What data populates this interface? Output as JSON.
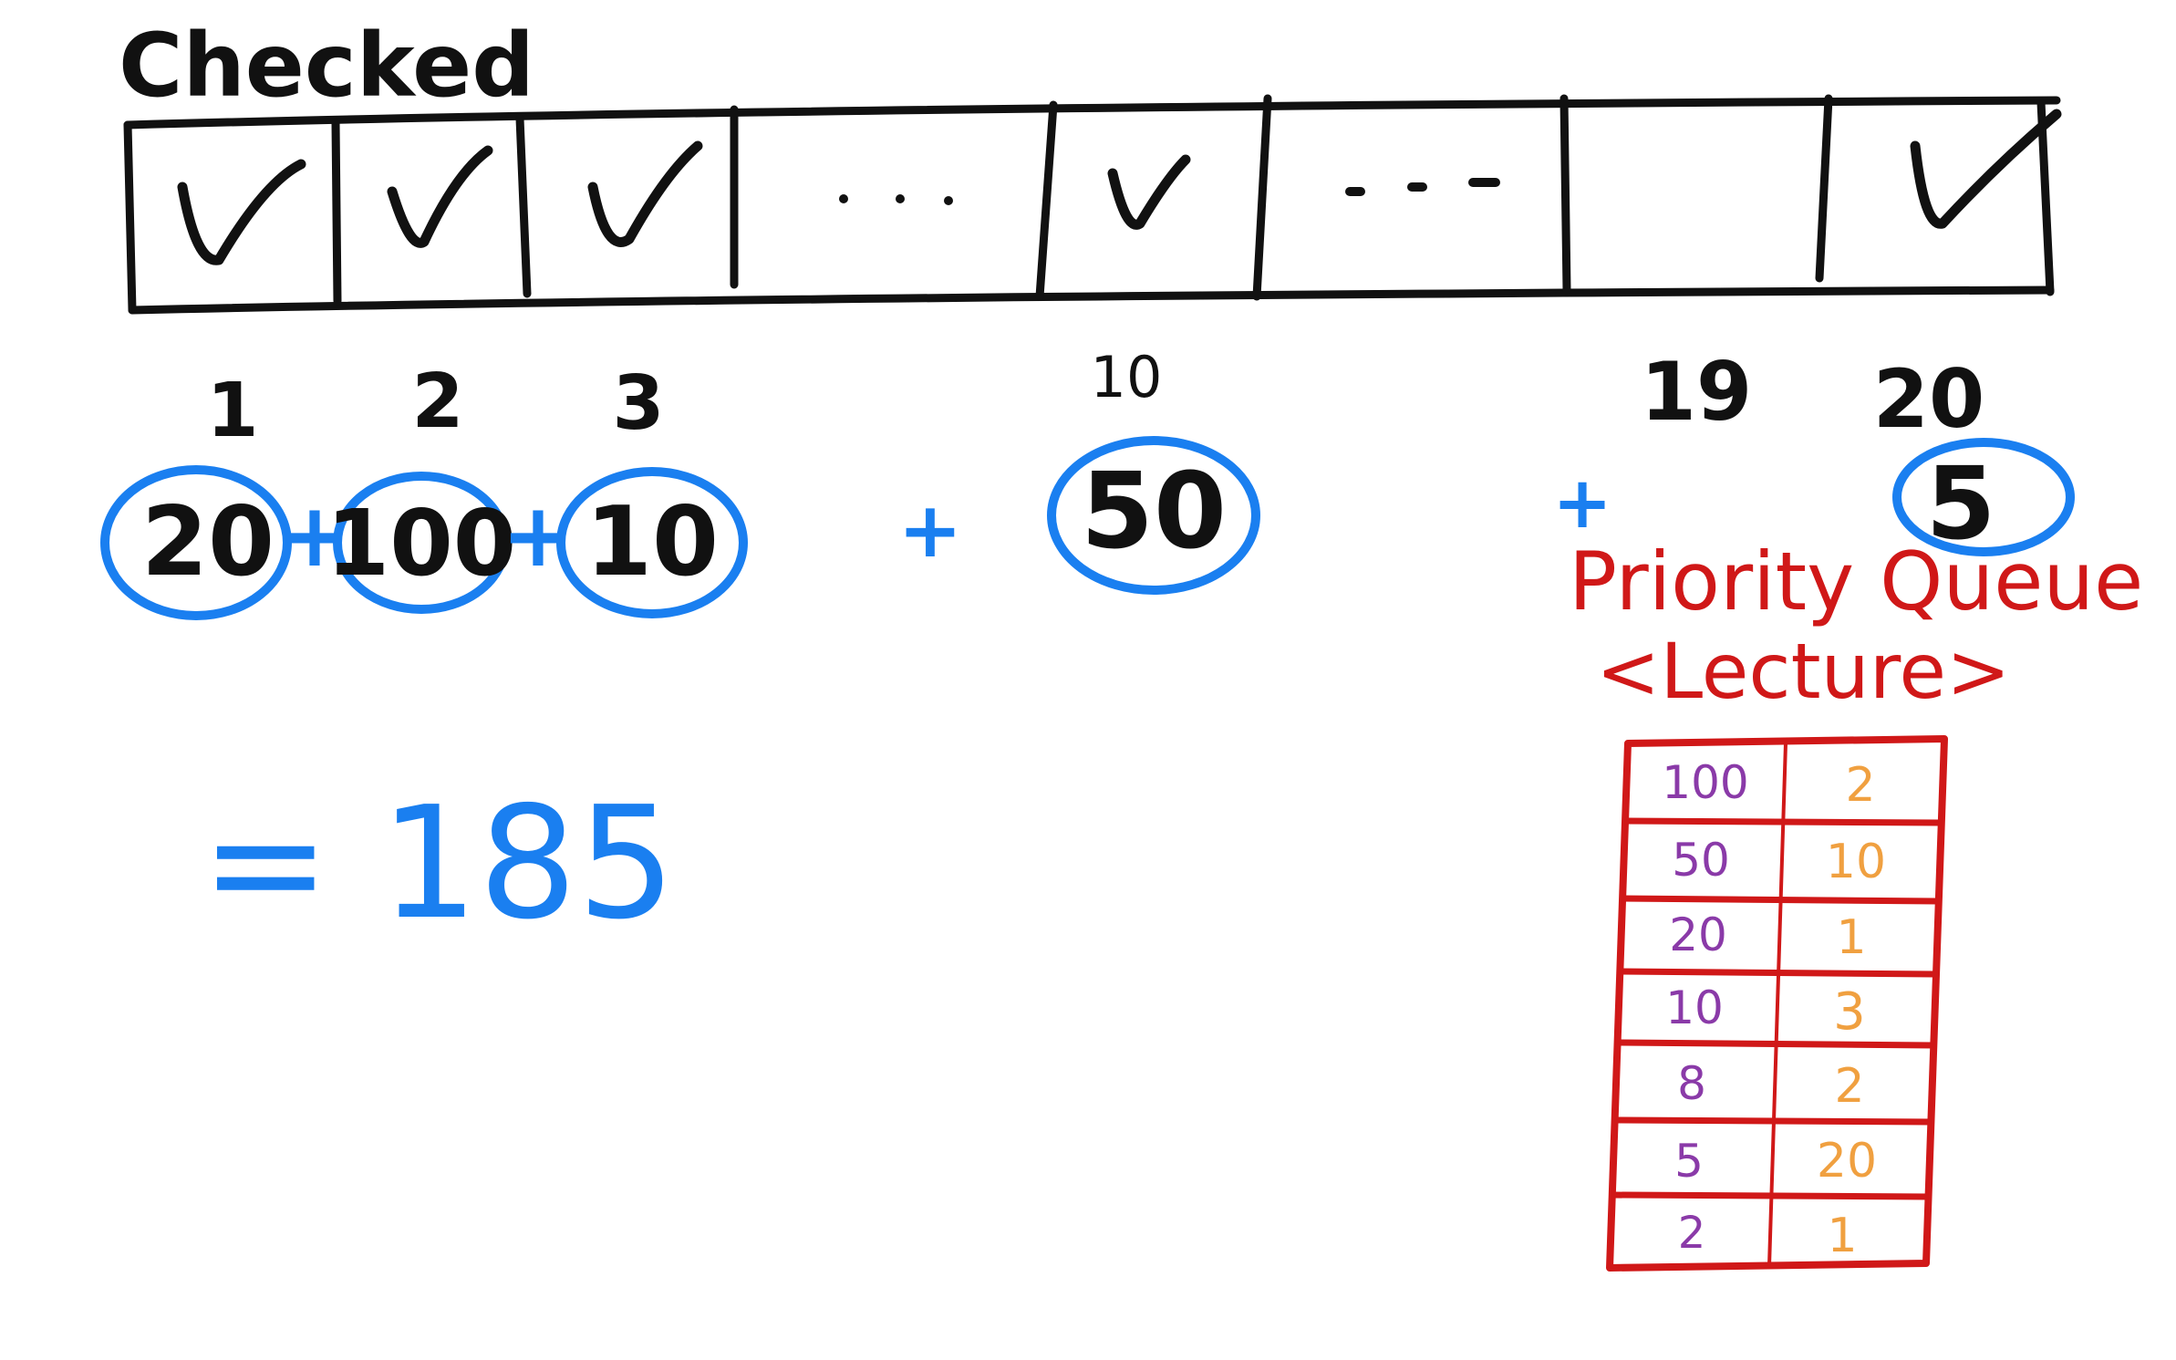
{
  "title": "Checked",
  "checkbox_array": {
    "cells": [
      {
        "mark": "check-icon"
      },
      {
        "mark": "check-icon"
      },
      {
        "mark": "check-icon"
      },
      {
        "mark": "...",
        "is_ellipsis": true
      },
      {
        "mark": "check-icon"
      },
      {
        "mark": "...",
        "is_ellipsis": true
      },
      {
        "mark": ""
      },
      {
        "mark": "check-icon"
      }
    ],
    "indices": [
      "1",
      "2",
      "3",
      "10",
      "19",
      "20"
    ]
  },
  "sum": {
    "terms": [
      "20",
      "100",
      "10",
      "50",
      "5"
    ],
    "plus": "+",
    "result": "= 185"
  },
  "priority_queue": {
    "title": "Priority Queue",
    "subtitle": "<Lecture>",
    "rows": [
      {
        "value": "100",
        "lecture": "2"
      },
      {
        "value": "50",
        "lecture": "10"
      },
      {
        "value": "20",
        "lecture": "1"
      },
      {
        "value": "10",
        "lecture": "3"
      },
      {
        "value": "8",
        "lecture": "2"
      },
      {
        "value": "5",
        "lecture": "20"
      },
      {
        "value": "2",
        "lecture": "1"
      }
    ]
  },
  "colors": {
    "ink": "#111111",
    "blue": "#1a7ff0",
    "red": "#d01818",
    "purple": "#8a3aa8",
    "orange": "#f0a040"
  }
}
